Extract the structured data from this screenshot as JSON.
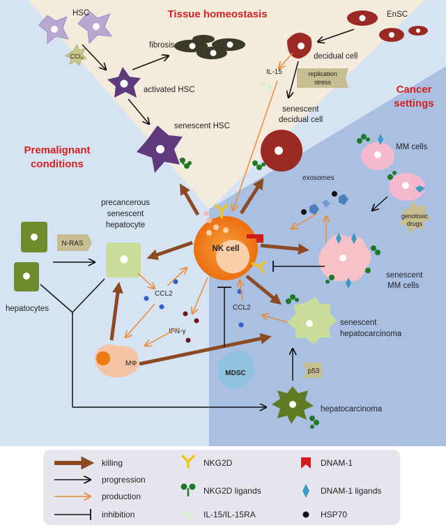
{
  "headings": {
    "tissue": "Tissue homeostasis",
    "premalignant_1": "Premalignant",
    "premalignant_2": "conditions",
    "cancer_1": "Cancer",
    "cancer_2": "settings"
  },
  "labels": {
    "hsc": "HSC",
    "ccl4": "CCl₄",
    "fibrosis": "fibrosis",
    "activated_hsc": "activated HSC",
    "senescent_hsc": "senescent HSC",
    "ensc": "EnSC",
    "decidual_cell": "decidual cell",
    "il15": "IL-15",
    "replication_1": "replication",
    "replication_2": "stress",
    "senescent_decidual_1": "senescent",
    "senescent_decidual_2": "decidual cell",
    "mm_cells": "MM cells",
    "exosomes": "exosomes",
    "genotoxic_1": "genotoxic",
    "genotoxic_2": "drugs",
    "senescent_mm_1": "senescent",
    "senescent_mm_2": "MM cells",
    "precancerous_1": "precancerous",
    "precancerous_2": "senescent",
    "precancerous_3": "hepatocyte",
    "nras": "N-RAS",
    "hepatocytes": "hepatocytes",
    "nk_cell": "NK cell",
    "ccl2_left": "CCL2",
    "ifn": "IFN-γ",
    "mphi": "MΦ",
    "ccl2_right": "CCL2",
    "mdsc": "MDSC",
    "senescent_hcc_1": "senescent",
    "senescent_hcc_2": "hepatocarcinoma",
    "p53": "p53",
    "hepatocarcinoma": "hepatocarcinoma"
  },
  "legend": {
    "killing": "killing",
    "progression": "progression",
    "production": "production",
    "inhibition": "inhibition",
    "nkg2d": "NKG2D",
    "nkg2d_ligands": "NKG2D ligands",
    "il15_il15ra": "IL-15/IL-15RA",
    "dnam1": "DNAM-1",
    "dnam1_ligands": "DNAM-1 ligands",
    "hsp70": "HSP70"
  },
  "colors": {
    "killing": "#8b4a22",
    "production": "#ef8a33",
    "progression": "#111111",
    "heading_red": "#d42020",
    "nk_orange": "#f07a16",
    "nkg2d_yellow": "#f0c419",
    "ligand_green": "#1e7a2a",
    "dnam1_red": "#cf1c1c",
    "dnam1_ligand_blue": "#3b9bc2",
    "hsc_purple": "#5e3a7c",
    "decidual_red": "#9b2a25",
    "mm_pink": "#f4b8cf",
    "hepato_green": "#6e8b2e",
    "legend_bg": "#e6e6ee"
  }
}
